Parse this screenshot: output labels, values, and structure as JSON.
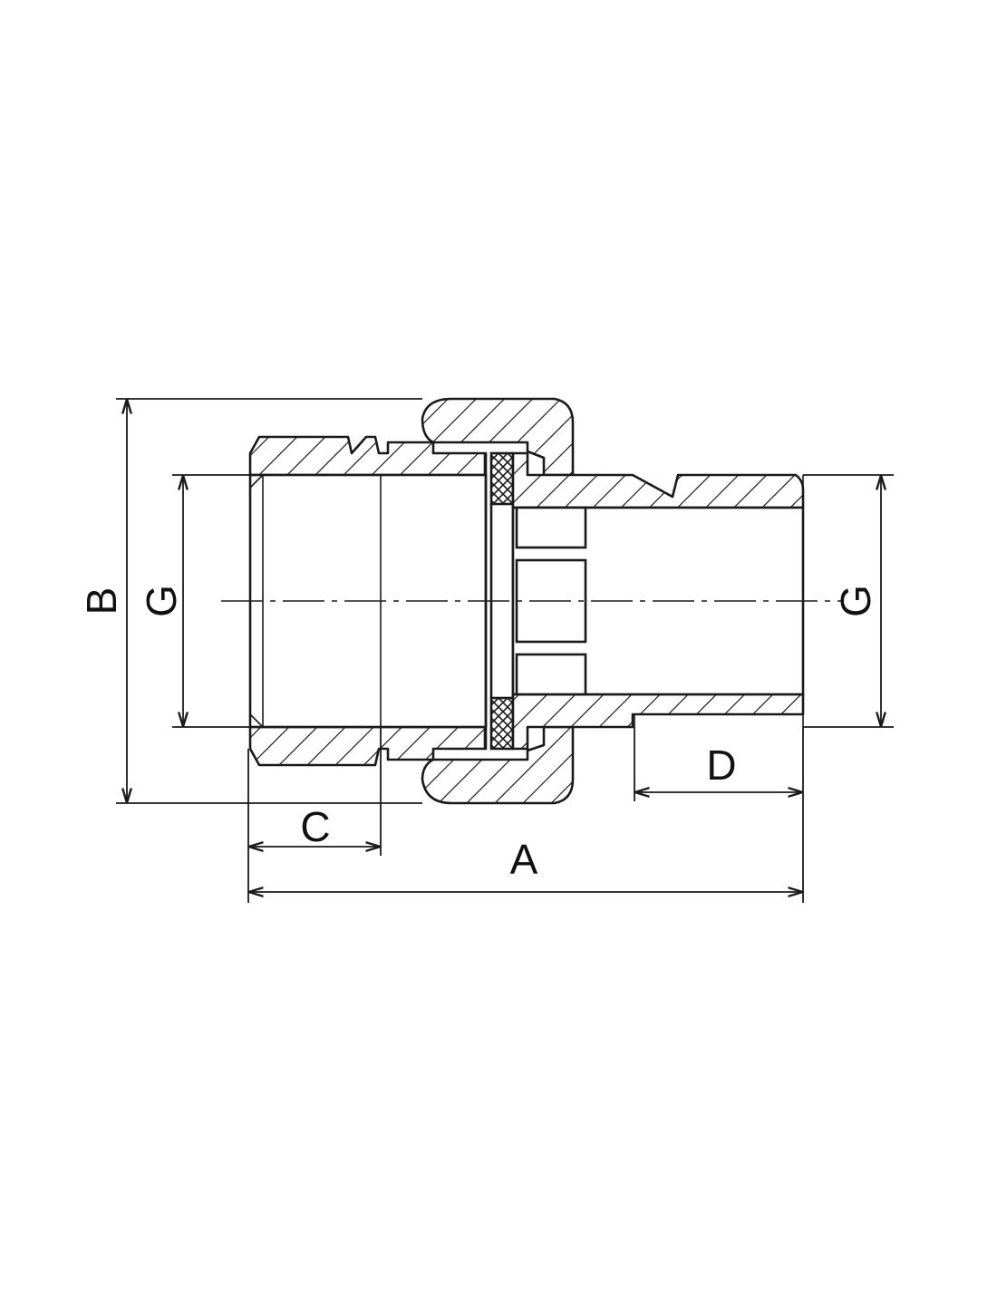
{
  "labels": {
    "overall_length": "A",
    "nut_diameter": "B",
    "female_thread_depth": "C",
    "male_thread_length": "D",
    "thread_left": "G",
    "thread_right": "G"
  },
  "colors": {
    "line": "#1a1a1a",
    "background": "#ffffff"
  }
}
